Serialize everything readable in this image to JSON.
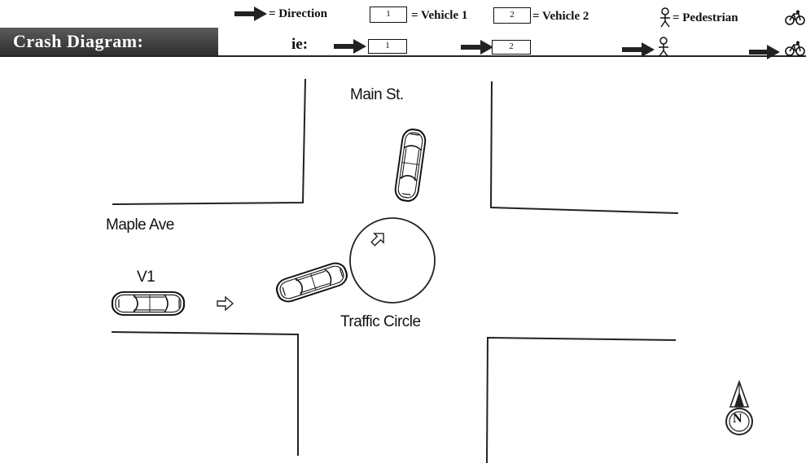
{
  "header": {
    "title": "Crash Diagram:",
    "legend": {
      "direction_label": "= Direction",
      "vehicle1_box": "1",
      "vehicle1_label": "= Vehicle 1",
      "vehicle2_box": "2",
      "vehicle2_label": "= Vehicle 2",
      "pedestrian_label": "= Pedestrian"
    },
    "example": {
      "prefix": "ie:",
      "vehicle1_box": "1",
      "vehicle2_box": "2"
    }
  },
  "diagram": {
    "north_road_label": "Main St.",
    "west_road_label": "Maple Ave",
    "vehicle_label": "V1",
    "circle_label": "Traffic Circle",
    "compass_letter": "N"
  },
  "icons": [
    "direction-arrow-icon",
    "car-icon",
    "pedestrian-icon",
    "bicycle-icon",
    "north-arrow-icon"
  ]
}
